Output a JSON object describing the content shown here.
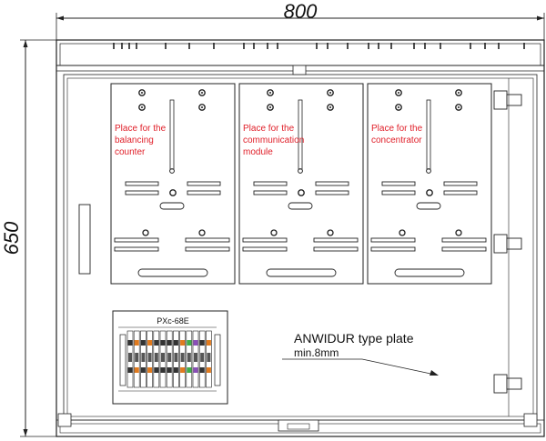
{
  "dimensions": {
    "width_label": "800",
    "height_label": "650"
  },
  "panels": [
    {
      "label_lines": [
        "Place for the",
        "balancing",
        "counter"
      ]
    },
    {
      "label_lines": [
        "Place for the",
        "communication",
        "module"
      ]
    },
    {
      "label_lines": [
        "Place for the",
        "concentrator"
      ]
    }
  ],
  "terminal_block": {
    "label": "PXc-68E"
  },
  "plate_note": {
    "line1": "ANWIDUR type plate",
    "line2": "min.8mm"
  },
  "colors": {
    "outline": "#222222",
    "label_red": "#e0202a",
    "terminal_orange": "#e07a1e",
    "terminal_green": "#3fae49",
    "terminal_purple": "#8a4fb8",
    "terminal_dark": "#333333"
  }
}
